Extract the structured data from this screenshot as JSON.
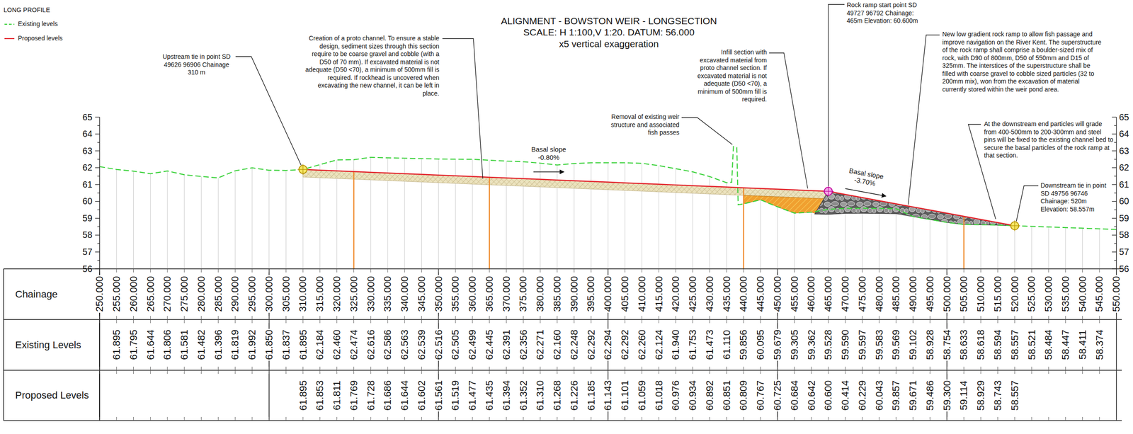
{
  "diagram": {
    "title": "ALIGNMENT - BOWSTON WEIR - LONGSECTION",
    "labels": [
      "LONG PROFILE",
      "SCALE: H 1:100,V 1:20. DATUM: 56.000",
      "x5 vertical exaggeration",
      "Upstream tie in point SD 49626 96906 Chainage 310 m",
      "Creation of a proto channel. To ensure a stable design, sediment sizes through this section require to be coarse gravel and cobble (with a D50 of 70 mm). If excavated material is not adequate (D50 <70), a minimum of 500mm fill is required. If rockhead is uncovered when excavating the new channel, it can be left in place.",
      "Infill section with excavated material from proto channel section. If excavated material is not adequate (D50 <70), a minimum of 500mm fill is required.",
      "Removal of existing weir structure and associated fish passes",
      "Rock ramp start point SD 49727 96792 Chainage: 465m Elevation: 60.600m",
      "New low gradient rock ramp to allow fish passage and improve navigation on the River Kent. The superstructure of the rock ramp shall comprise a boulder-sized mix of rock, with D90 of 800mm, D50 of 550mm and D15 of 325mm. The interstices of the superstructure shall be filled with coarse gravel to cobble sized particles (32 to 200mm mix), won from the excavation of material currently stored within the weir pond area.",
      "At the downstream end particles will grade from 400-500mm to 200-300mm and steel pins will be fixed to the existing channel bed to secure the basal particles of the rock ramp at that section.",
      "Downstream tie in point SD 49756 96746 Chainage: 520m Elevation: 58.557m",
      "Basal slope -0.80%",
      "Basal slope -3.70%",
      "65",
      "64",
      "63",
      "62",
      "61",
      "60",
      "59",
      "58",
      "57",
      "56",
      "65",
      "64",
      "63",
      "62",
      "61",
      "60",
      "59",
      "58",
      "57",
      "56",
      "Chainage",
      "Existing Levels",
      "Proposed Levels",
      "250.000",
      "255.000",
      "260.000",
      "265.000",
      "270.000",
      "275.000",
      "280.000",
      "285.000",
      "290.000",
      "295.000",
      "300.000",
      "305.000",
      "310.000",
      "315.000",
      "320.000",
      "325.000",
      "330.000",
      "335.000",
      "340.000",
      "345.000",
      "350.000",
      "355.000",
      "360.000",
      "365.000",
      "370.000",
      "375.000",
      "380.000",
      "385.000",
      "390.000",
      "395.000",
      "400.000",
      "405.000",
      "410.000",
      "415.000",
      "420.000",
      "425.000",
      "430.000",
      "435.000",
      "440.000",
      "445.000",
      "450.000",
      "455.000",
      "460.000",
      "465.000",
      "470.000",
      "475.000",
      "480.000",
      "485.000",
      "490.000",
      "495.000",
      "500.000",
      "505.000",
      "510.000",
      "515.000",
      "520.000",
      "525.000",
      "530.000",
      "535.000",
      "540.000",
      "545.000",
      "550.000",
      "61.895",
      "61.795",
      "61.644",
      "61.806",
      "61.581",
      "61.482",
      "61.396",
      "61.819",
      "61.992",
      "61.850",
      "61.837",
      "61.895",
      "62.184",
      "62.460",
      "62.474",
      "62.616",
      "62.586",
      "62.563",
      "62.539",
      "62.516",
      "62.505",
      "62.499",
      "62.445",
      "62.391",
      "62.356",
      "62.271",
      "62.160",
      "62.248",
      "62.292",
      "62.294",
      "62.292",
      "62.260",
      "62.124",
      "61.940",
      "61.753",
      "61.473",
      "61.110",
      "59.856",
      "60.095",
      "59.679",
      "59.305",
      "59.362",
      "59.528",
      "59.590",
      "59.597",
      "59.583",
      "59.569",
      "59.102",
      "58.928",
      "58.754",
      "58.633",
      "58.618",
      "58.594",
      "58.557",
      "58.521",
      "58.484",
      "58.447",
      "58.411",
      "58.374",
      "61.895",
      "61.853",
      "61.811",
      "61.769",
      "61.728",
      "61.686",
      "61.644",
      "61.602",
      "61.561",
      "61.519",
      "61.477",
      "61.435",
      "61.394",
      "61.352",
      "61.310",
      "61.268",
      "61.226",
      "61.185",
      "61.143",
      "61.101",
      "61.059",
      "61.018",
      "60.976",
      "60.934",
      "60.892",
      "60.851",
      "60.809",
      "60.767",
      "60.725",
      "60.684",
      "60.642",
      "60.600",
      "60.414",
      "60.229",
      "60.043",
      "59.857",
      "59.671",
      "59.486",
      "59.300",
      "59.114",
      "58.929",
      "58.743",
      "58.557"
    ],
    "legend": [
      {
        "text": "Existing levels"
      },
      {
        "text": "Proposed levels"
      }
    ]
  }
}
